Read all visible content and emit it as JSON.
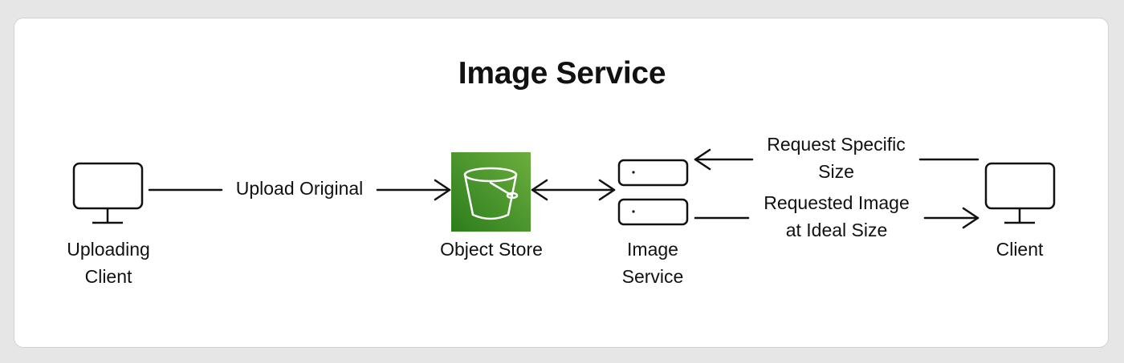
{
  "title": "Image Service",
  "nodes": {
    "uploading_client": {
      "line1": "Uploading",
      "line2": "Client"
    },
    "object_store": {
      "label": "Object Store"
    },
    "image_service": {
      "line1": "Image",
      "line2": "Service"
    },
    "client": {
      "label": "Client"
    }
  },
  "edges": {
    "upload_original": "Upload Original",
    "request_size": {
      "line1": "Request Specific",
      "line2": "Size"
    },
    "requested_image": {
      "line1": "Requested Image",
      "line2": "at Ideal Size"
    }
  },
  "colors": {
    "bucket_dark": "#2b7d1c",
    "bucket_light": "#6cae3e",
    "stroke": "#111111"
  }
}
